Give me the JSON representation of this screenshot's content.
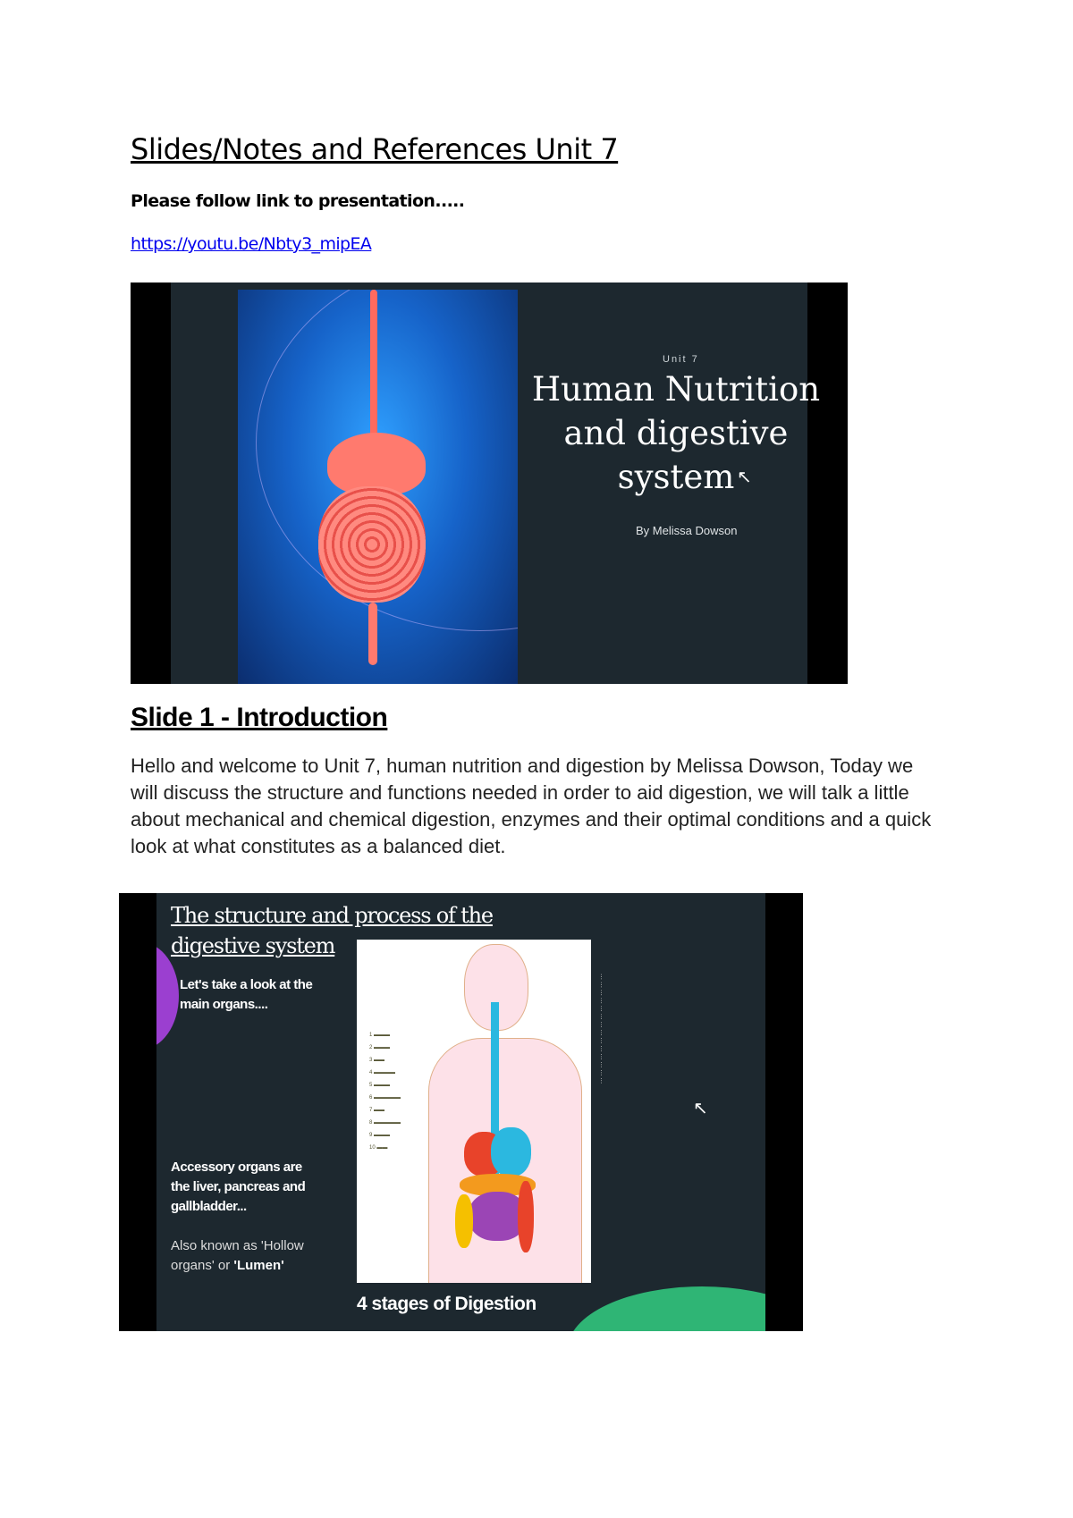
{
  "document": {
    "title": "Slides/Notes and References Unit 7",
    "intro_line": "Please follow link to presentation.....",
    "link": "https://youtu.be/Nbty3_mipEA"
  },
  "slide_image_1": {
    "unit_label": "Unit 7",
    "title": "Human Nutrition and digestive system",
    "byline": "By Melissa Dowson",
    "cursor_icon": "mouse-pointer"
  },
  "section_1": {
    "heading": "Slide 1 - Introduction",
    "paragraph": "Hello and welcome to Unit 7, human nutrition and digestion by Melissa Dowson, Today we will discuss the structure and functions needed in order to aid digestion, we will talk a little about mechanical and chemical digestion, enzymes and their optimal conditions and a quick look at what constitutes as a balanced diet."
  },
  "slide_image_2": {
    "title": "The structure and process of the digestive system",
    "lead": "Let's take a look at the main organs....",
    "accessory": "Accessory organs are the liver, pancreas and gallbladder...",
    "also_known_prefix": "Also known as 'Hollow organs' or ",
    "also_known_bold": "'Lumen'",
    "bottom": "4 stages of Digestion",
    "cursor_icon": "mouse-pointer",
    "colors": {
      "purple": "#9b3fd0",
      "green": "#2fb575",
      "background": "#1d282f"
    }
  }
}
